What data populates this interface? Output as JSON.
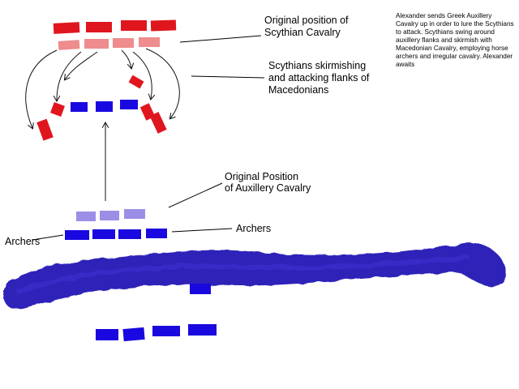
{
  "labels": {
    "scythian_original_line1": "Original position of",
    "scythian_original_line2": "Scythian Cavalry",
    "skirmish_line1": "Scythians skirmishing",
    "skirmish_line2": "and attacking flanks of",
    "skirmish_line3": "Macedonians",
    "aux_original_line1": "Original Position",
    "aux_original_line2": "of Auxillery Cavalry",
    "archers_left": "Archers",
    "archers_right": "Archers"
  },
  "note": {
    "lines": [
      "Alexander sends Greek Auxillery",
      "Cavalry up in order to lure the Scythians",
      "to attack. Scythians swing around",
      "auxillery flanks and skirmish with",
      "Macedonian Cavalry, employing horse",
      "archers and irregular cavalry. Alexander",
      "awaits"
    ]
  },
  "colors": {
    "scythian_red": "#e0161e",
    "scythian_faded": "#ee8c8e",
    "macedonian_blue": "#1a08e0",
    "auxiliary_faded": "#9b8ee6",
    "river": "#2318b4",
    "ink": "#000000"
  }
}
